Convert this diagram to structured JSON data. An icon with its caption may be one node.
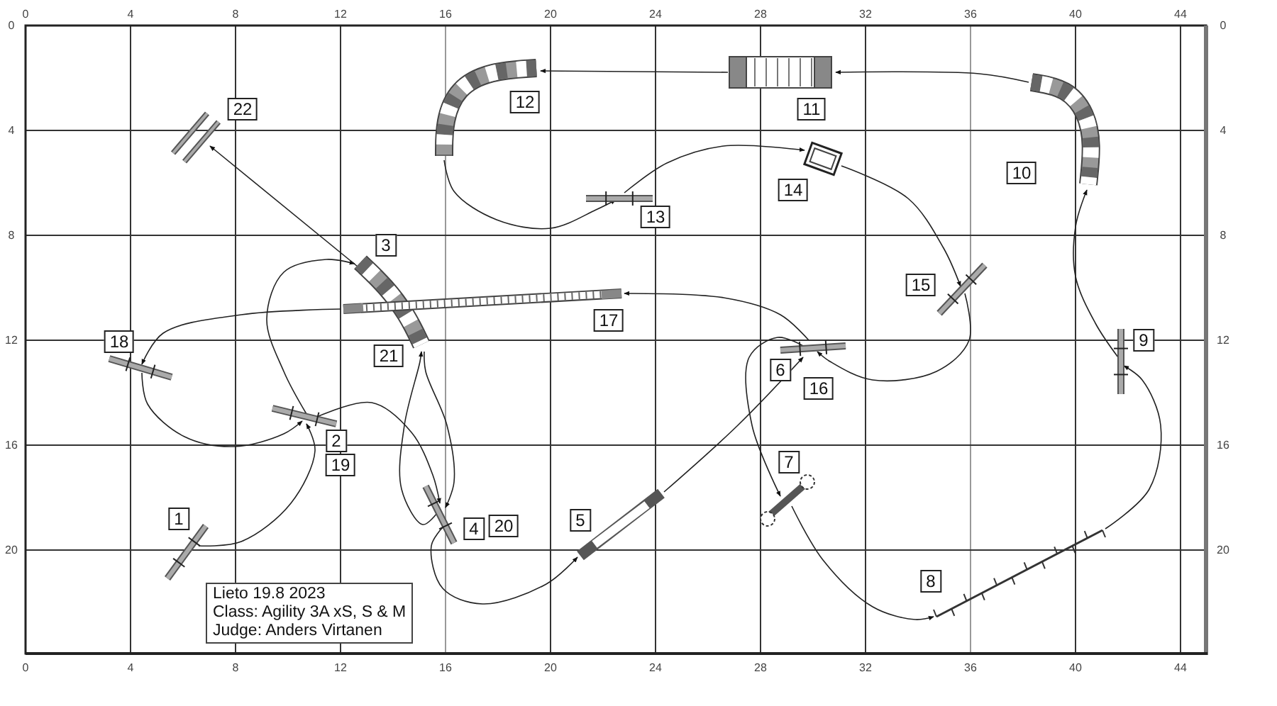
{
  "diagram": {
    "nodes": [
      {
        "text": [
          "1"
        ]
      },
      {
        "text": [
          "2"
        ]
      },
      {
        "text": [
          "3"
        ]
      },
      {
        "text": [
          "4"
        ]
      },
      {
        "text": [
          "5"
        ]
      },
      {
        "text": [
          "6"
        ]
      },
      {
        "text": [
          "7"
        ]
      },
      {
        "text": [
          "8"
        ]
      },
      {
        "text": [
          "9"
        ]
      },
      {
        "text": [
          "10"
        ]
      },
      {
        "text": [
          "11"
        ]
      },
      {
        "text": [
          "12"
        ]
      },
      {
        "text": [
          "13"
        ]
      },
      {
        "text": [
          "14"
        ]
      },
      {
        "text": [
          "15"
        ]
      },
      {
        "text": [
          "16"
        ]
      },
      {
        "text": [
          "17"
        ]
      },
      {
        "text": [
          "18"
        ]
      },
      {
        "text": [
          "19"
        ]
      },
      {
        "text": [
          "20"
        ]
      },
      {
        "text": [
          "21"
        ]
      },
      {
        "text": [
          "22"
        ]
      },
      {
        "text": [
          "Lieto 19.8 2023",
          "Class: Agility 3A xS, S & M",
          "Judge: Anders Virtanen"
        ]
      },
      {
        "text": [],
        "shape": "picture"
      },
      {
        "text": [],
        "shape": "picture"
      },
      {
        "text": [],
        "shape": "picture"
      },
      {
        "text": [],
        "shape": "picture"
      },
      {
        "text": [],
        "shape": "picture"
      },
      {
        "text": [],
        "shape": "picture"
      },
      {
        "text": [],
        "shape": "picture"
      },
      {
        "text": [],
        "shape": "picture"
      },
      {
        "text": [],
        "shape": "picture"
      },
      {
        "text": [],
        "shape": "picture"
      },
      {
        "text": [],
        "shape": "picture"
      },
      {
        "text": [],
        "shape": "picture"
      },
      {
        "text": [],
        "shape": "picture"
      },
      {
        "text": [],
        "shape": "picture"
      },
      {
        "text": [],
        "shape": "picture"
      },
      {
        "text": [],
        "shape": "picture"
      },
      {
        "text": [],
        "shape": "picture"
      },
      {
        "text": [],
        "shape": "picture"
      }
    ],
    "edges": [
      {
        "from": 23,
        "to": 24,
        "arrow": "to"
      },
      {
        "from": 24,
        "to": 25,
        "arrow": "to"
      },
      {
        "from": 25,
        "to": 26,
        "arrow": "to"
      },
      {
        "from": 26,
        "to": 27,
        "arrow": "to"
      },
      {
        "from": 27,
        "to": 28,
        "arrow": "to"
      },
      {
        "from": 28,
        "to": 29,
        "arrow": "to"
      },
      {
        "from": 29,
        "to": 30,
        "arrow": "to"
      },
      {
        "from": 30,
        "to": 31,
        "arrow": "to"
      },
      {
        "from": 31,
        "to": 32,
        "arrow": "to"
      },
      {
        "from": 32,
        "to": 33,
        "arrow": "to"
      },
      {
        "from": 33,
        "to": 34,
        "arrow": "to"
      },
      {
        "from": 34,
        "to": 35,
        "arrow": "to"
      },
      {
        "from": 35,
        "to": 36,
        "arrow": "to"
      },
      {
        "from": 36,
        "to": 37,
        "arrow": "to"
      },
      {
        "from": 37,
        "to": 28,
        "arrow": "to"
      },
      {
        "from": 28,
        "to": 38,
        "arrow": "to"
      },
      {
        "from": 38,
        "to": 39,
        "arrow": "to"
      },
      {
        "from": 39,
        "to": 24,
        "arrow": "to"
      },
      {
        "from": 24,
        "to": 26,
        "arrow": "to"
      },
      {
        "from": 26,
        "to": 25,
        "arrow": "to"
      },
      {
        "from": 25,
        "to": 40,
        "arrow": "to"
      }
    ],
    "labels": [
      "0",
      "4",
      "8",
      "12",
      "16",
      "20",
      "24",
      "28",
      "32",
      "36",
      "40",
      "44",
      "0",
      "4",
      "8",
      "12",
      "16",
      "20",
      "0",
      "4",
      "8",
      "12",
      "16",
      "20",
      "0",
      "4",
      "8",
      "12",
      "16",
      "20",
      "24",
      "28",
      "32",
      "36",
      "40",
      "44"
    ]
  }
}
